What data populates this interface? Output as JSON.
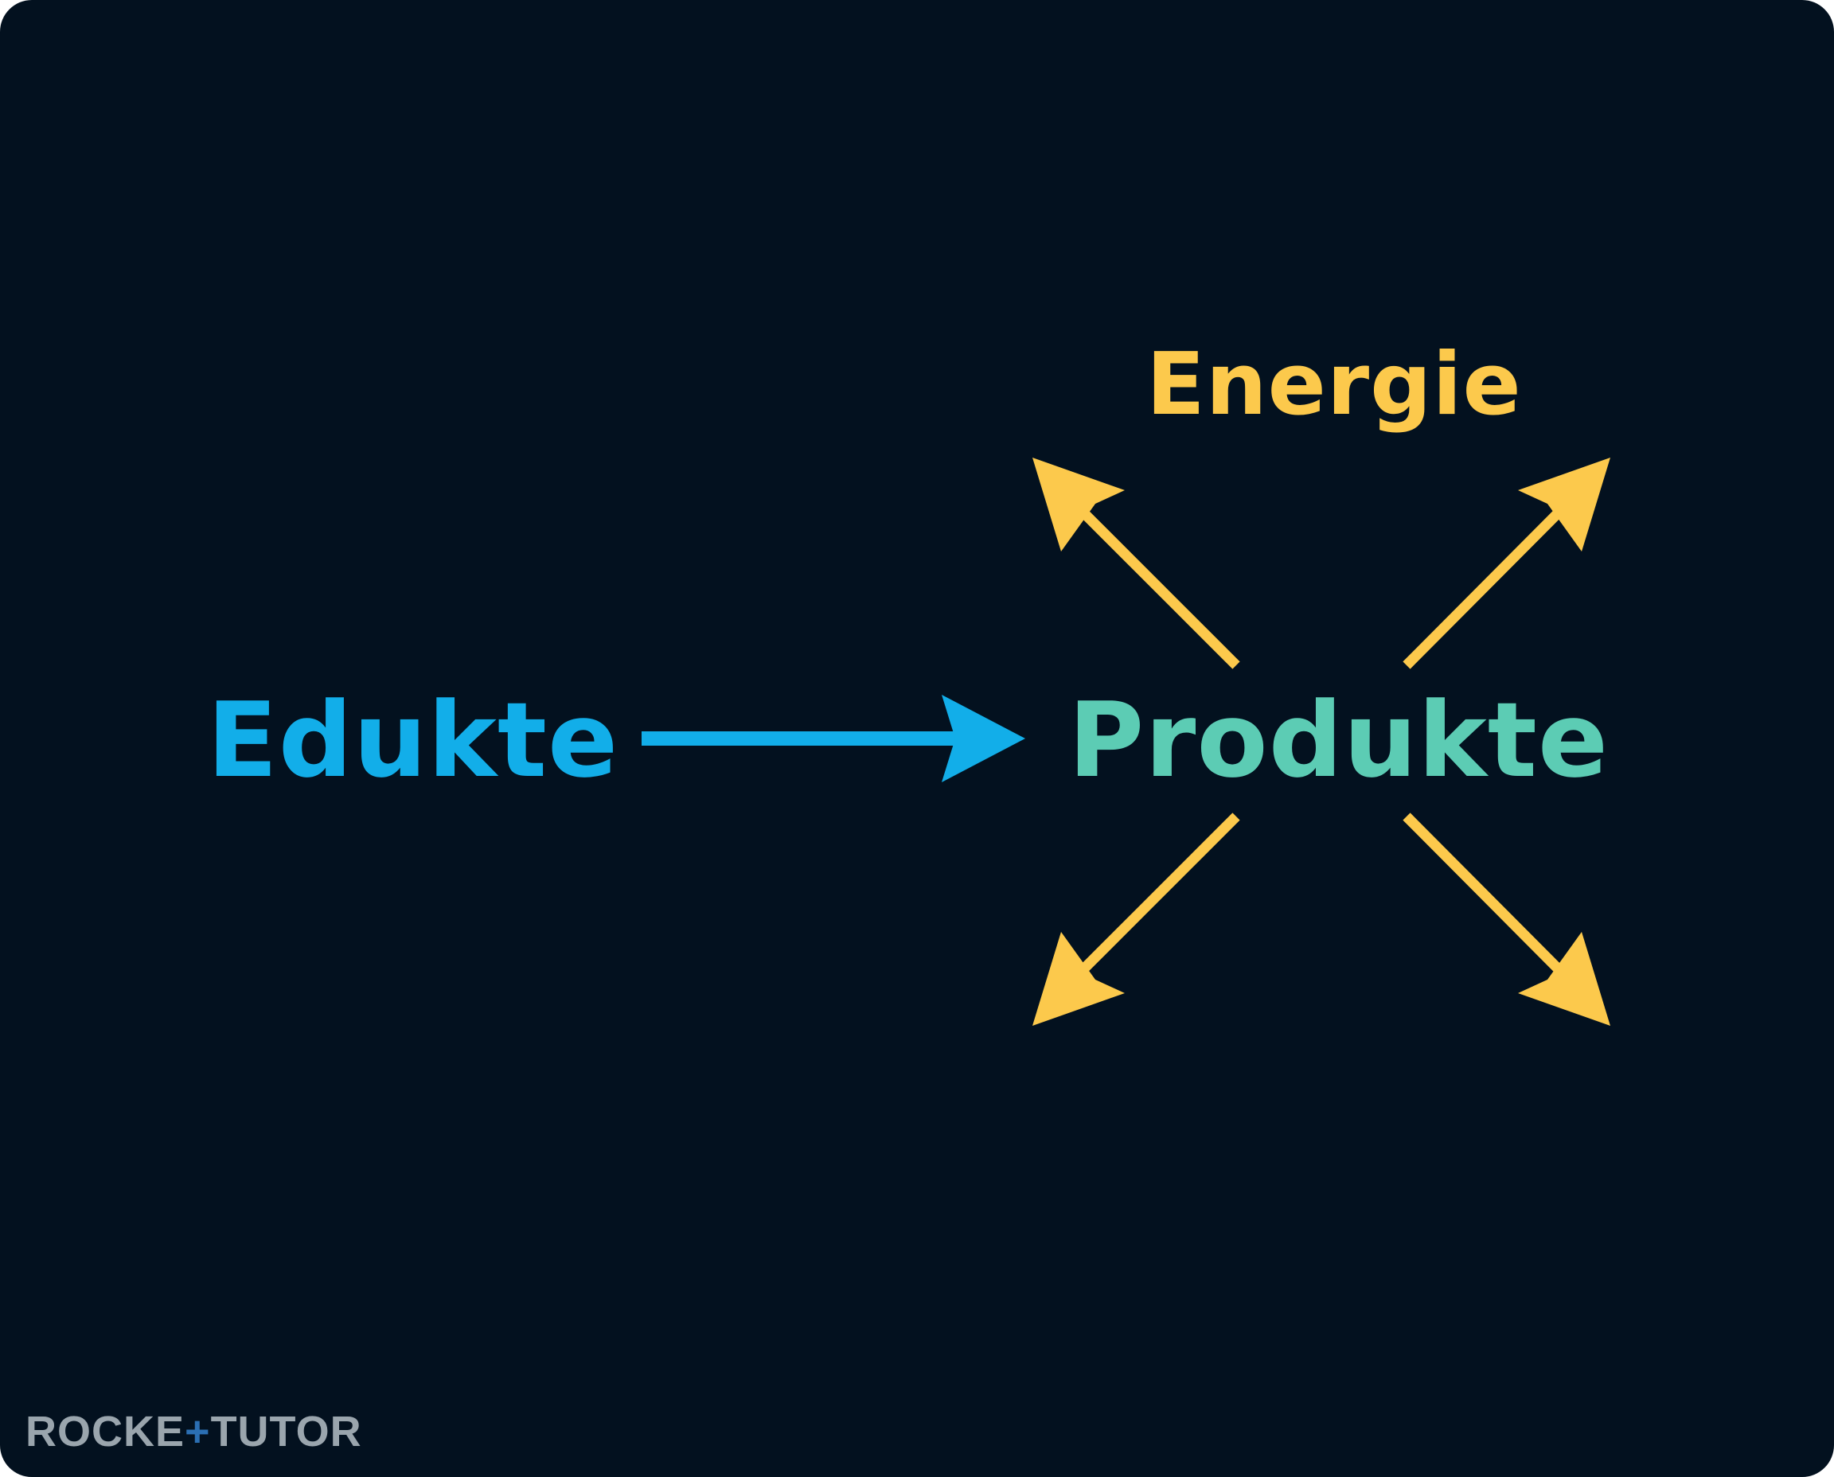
{
  "diagram": {
    "reactants_label": "Edukte",
    "products_label": "Produkte",
    "energy_label": "Energie"
  },
  "logo": {
    "part1": "ROCKE",
    "part2": "+",
    "part3": "TUT",
    "part4": "O",
    "part5": "R"
  },
  "colors": {
    "background": "#03111f",
    "reactants": "#12aee9",
    "products": "#5cccb4",
    "energy": "#fcc94c",
    "logo_grey": "#9aa5ad",
    "logo_blue": "#2b6fb3"
  }
}
